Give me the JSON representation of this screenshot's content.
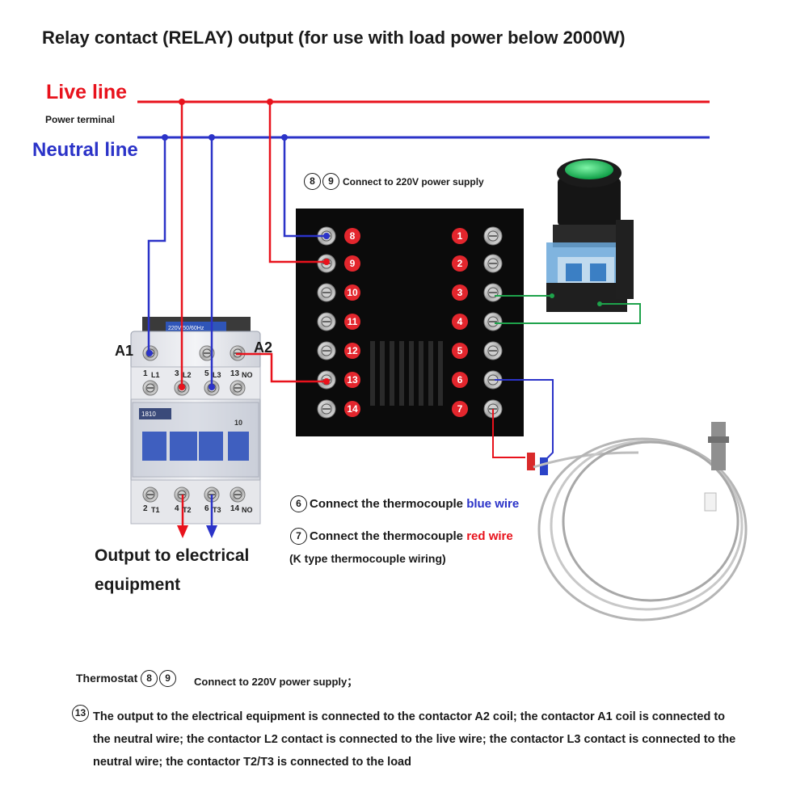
{
  "title": "Relay contact (RELAY) output (for use with load power below 2000W)",
  "wiring": {
    "live_line": "Live line",
    "power_terminal": "Power terminal",
    "neutral_line": "Neutral line",
    "connect_power_note": "Connect to 220V power supply",
    "colors": {
      "live": "#e8121c",
      "neutral": "#2b33c8",
      "switch": "#1ea24b"
    }
  },
  "thermostat": {
    "terminals_left": [
      "8",
      "9",
      "10",
      "11",
      "12",
      "13",
      "14"
    ],
    "terminals_right": [
      "1",
      "2",
      "3",
      "4",
      "5",
      "6",
      "7"
    ],
    "power_terminals": [
      "8",
      "9"
    ]
  },
  "contactor": {
    "coil_left": "A1",
    "coil_right": "A2",
    "rating_plate": "220V 50/60Hz",
    "model": "1810",
    "aux_no": "10",
    "top_terminals": [
      {
        "num": "1",
        "label": "L1"
      },
      {
        "num": "3",
        "label": "L2"
      },
      {
        "num": "5",
        "label": "L3"
      },
      {
        "num": "13",
        "label": "NO"
      }
    ],
    "bottom_terminals": [
      {
        "num": "2",
        "label": "T1"
      },
      {
        "num": "4",
        "label": "T2"
      },
      {
        "num": "6",
        "label": "T3"
      },
      {
        "num": "14",
        "label": "NO"
      }
    ],
    "output_line1": "Output to electrical",
    "output_line2": "equipment"
  },
  "thermocouple": {
    "blue_num": "6",
    "blue_prefix": "Connect the thermocouple ",
    "blue_word": "blue wire",
    "red_num": "7",
    "red_prefix": "Connect the thermocouple ",
    "red_word": "red wire",
    "type_note": "(K type thermocouple wiring)"
  },
  "notes": {
    "thermostat_label": "Thermostat",
    "thermostat_note": "Connect to 220V power supply；",
    "bottom_num": "13",
    "bottom_text": "The output to the electrical equipment is connected to the contactor A2 coil; the contactor A1 coil is connected to the neutral wire; the contactor L2 contact is connected to the live wire; the contactor L3 contact is connected to the neutral wire; the contactor T2/T3 is connected to the load"
  }
}
